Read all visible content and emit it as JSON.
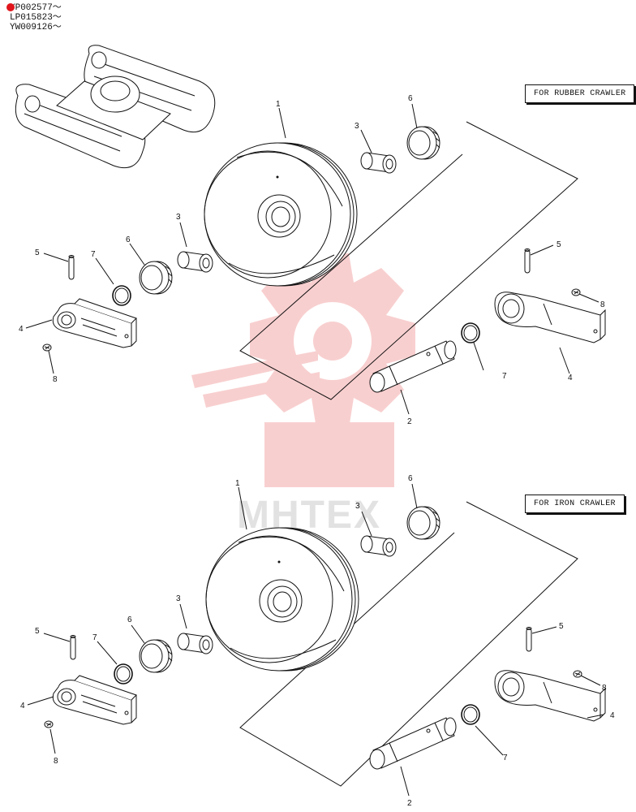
{
  "serials": [
    "YP002577～",
    "LP015823～",
    "YW009126～"
  ],
  "sections": [
    {
      "label": "FOR RUBBER CRAWLER"
    },
    {
      "label": "FOR IRON CRAWLER"
    }
  ],
  "part_numbers": {
    "idler": "1",
    "shaft": "2",
    "bushing": "3",
    "bracket": "4",
    "pin": "5",
    "seal": "6",
    "ring": "7",
    "bolt": "8"
  },
  "watermark": "MHTEX",
  "colors": {
    "line": "#111111",
    "watermark_logo": "#f08a8a",
    "corner_dot": "#e0161c"
  }
}
